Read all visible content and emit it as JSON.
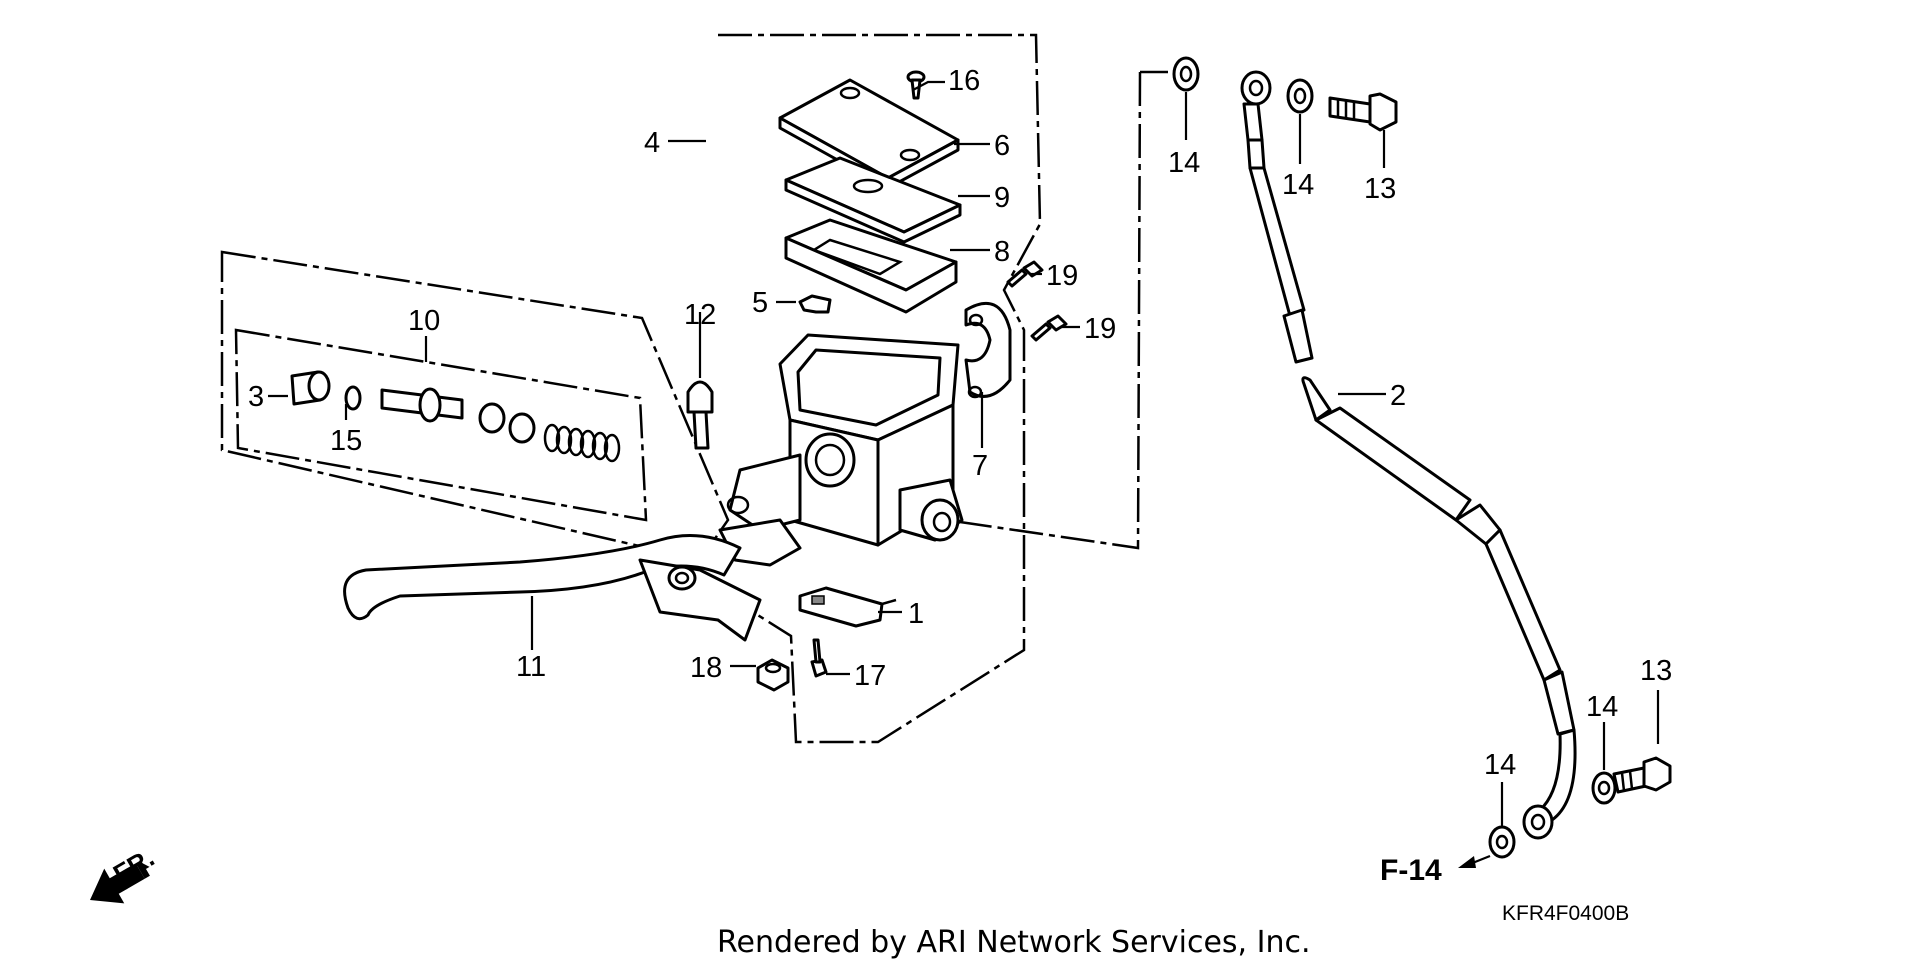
{
  "diagram": {
    "part_labels": {
      "p1": "1",
      "p2": "2",
      "p3": "3",
      "p4": "4",
      "p5": "5",
      "p6": "6",
      "p7": "7",
      "p8": "8",
      "p9": "9",
      "p10": "10",
      "p11": "11",
      "p12": "12",
      "p13a": "13",
      "p13b": "13",
      "p14a": "14",
      "p14b": "14",
      "p14c": "14",
      "p14d": "14",
      "p15": "15",
      "p16": "16",
      "p17": "17",
      "p18": "18",
      "p19a": "19",
      "p19b": "19"
    },
    "reference": "F-14",
    "front_marker": "FR.",
    "diagram_code": "KFR4F0400B"
  },
  "footer": {
    "rendered_by": "Rendered by ARI Network Services, Inc."
  }
}
